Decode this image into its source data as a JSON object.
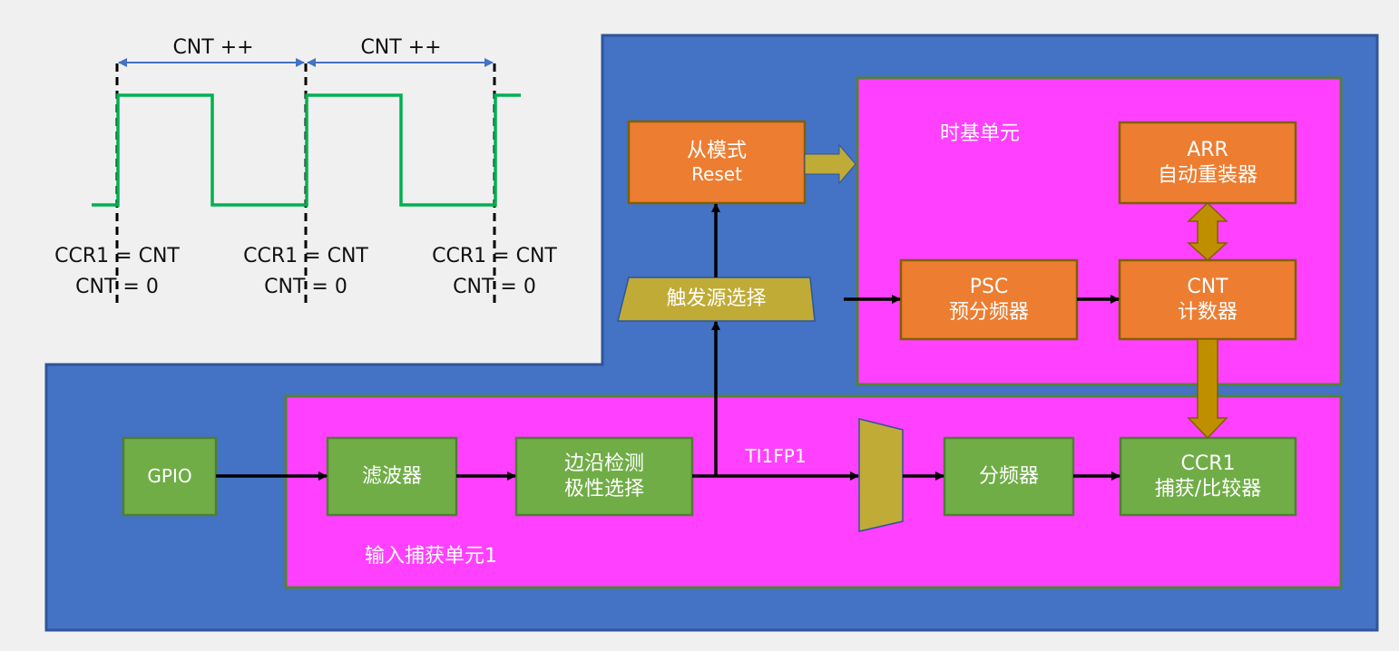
{
  "colors": {
    "background": "#f0f0f0",
    "container_blue": "#4472c4",
    "container_blue_border": "#2f5597",
    "unit_magenta": "#ff40ff",
    "unit_border": "#548235",
    "orange_block": "#ed7d31",
    "orange_border": "#7f6000",
    "green_block": "#70ad47",
    "green_border": "#507e32",
    "gold_shape": "#c0ab36",
    "bus_arrow": "#bf8f00",
    "signal_wave": "#00b050",
    "interval_arrow": "#4472c4"
  },
  "waveform": {
    "intervals": [
      {
        "label": "CNT ++"
      },
      {
        "label": "CNT ++"
      }
    ],
    "events": [
      {
        "line1": "CCR1 = CNT",
        "line2": "CNT = 0"
      },
      {
        "line1": "CCR1 = CNT",
        "line2": "CNT = 0"
      },
      {
        "line1": "CCR1 = CNT",
        "line2": "CNT = 0"
      }
    ]
  },
  "time_base_unit": {
    "title": "时基单元",
    "psc": {
      "line1": "PSC",
      "line2": "预分频器"
    },
    "cnt": {
      "line1": "CNT",
      "line2": "计数器"
    },
    "arr": {
      "line1": "ARR",
      "line2": "自动重装器"
    }
  },
  "slave_mode": {
    "line1": "从模式",
    "line2": "Reset"
  },
  "trigger_select": {
    "label": "触发源选择"
  },
  "input_capture_unit": {
    "title": "输入捕获单元1",
    "gpio": {
      "label": "GPIO"
    },
    "filter": {
      "label": "滤波器"
    },
    "edge_detect": {
      "line1": "边沿检测",
      "line2": "极性选择"
    },
    "signal_label": "TI1FP1",
    "prescaler": {
      "label": "分频器"
    },
    "ccr1": {
      "line1": "CCR1",
      "line2": "捕获/比较器"
    }
  }
}
